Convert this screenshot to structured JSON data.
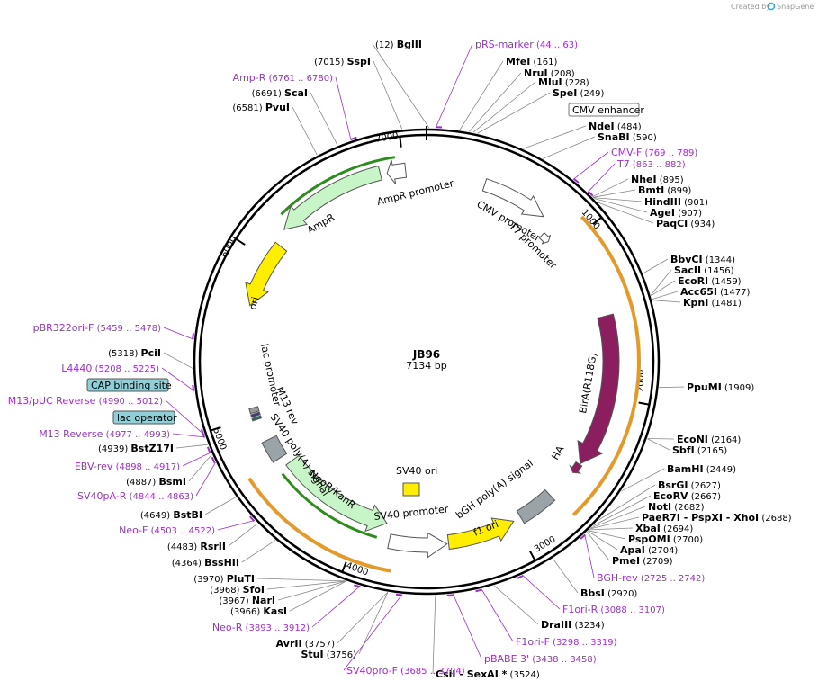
{
  "credit": {
    "created_by": "Created by",
    "brand": "SnapGene"
  },
  "plasmid": {
    "name": "JB96",
    "size_label": "7134 bp",
    "length": 7134
  },
  "ticks": [
    "1000",
    "2000",
    "3000",
    "4000",
    "5000",
    "6000",
    "7000"
  ],
  "colors": {
    "primer": "#9b30c8",
    "amp": "#c8f5c8",
    "ori": "#ffee00",
    "bira": "#8b1e5f",
    "orange_arc": "#e39a2b",
    "green_arc": "#2e8b1e",
    "gray_feature": "#9aa3a8"
  },
  "features": [
    {
      "name": "AmpR promoter",
      "start": 6900,
      "end": 7010
    },
    {
      "name": "AmpR",
      "start": 6200,
      "end": 6860
    },
    {
      "name": "ori",
      "start": 5700,
      "end": 6110
    },
    {
      "name": "CMV promoter",
      "start": 360,
      "end": 770
    },
    {
      "name": "T7 promoter",
      "start": 863,
      "end": 882
    },
    {
      "name": "BirA(R118G)",
      "start": 1500,
      "end": 2450
    },
    {
      "name": "HA",
      "start": 2470,
      "end": 2500
    },
    {
      "name": "bGH poly(A) signal",
      "start": 2720,
      "end": 2950
    },
    {
      "name": "f1 ori",
      "start": 3000,
      "end": 3430
    },
    {
      "name": "SV40 promoter",
      "start": 3440,
      "end": 3800
    },
    {
      "name": "NeoR/KanR",
      "start": 3840,
      "end": 4630
    },
    {
      "name": "SV40 poly(A) signal",
      "start": 4700,
      "end": 4830
    },
    {
      "name": "M13 rev",
      "start": 4977,
      "end": 4993
    },
    {
      "name": "lac operator",
      "start": 5001,
      "end": 5017
    },
    {
      "name": "lac promoter",
      "start": 5025,
      "end": 5055
    },
    {
      "name": "SV40 ori",
      "start": 3520,
      "end": 3650
    }
  ],
  "boxed_labels": [
    "CMV enhancer",
    "CAP binding site",
    "lac operator"
  ],
  "labels": [
    {
      "kind": "enzyme",
      "pos": "(12)",
      "name": "BglII"
    },
    {
      "kind": "primer",
      "name": "pRS-marker",
      "pos": "(44 .. 63)"
    },
    {
      "kind": "enzyme",
      "name": "MfeI",
      "pos": "(161)"
    },
    {
      "kind": "enzyme",
      "name": "NruI",
      "pos": "(208)"
    },
    {
      "kind": "enzyme",
      "name": "MluI",
      "pos": "(228)"
    },
    {
      "kind": "enzyme",
      "name": "SpeI",
      "pos": "(249)"
    },
    {
      "kind": "enzyme",
      "name": "NdeI",
      "pos": "(484)"
    },
    {
      "kind": "enzyme",
      "name": "SnaBI",
      "pos": "(590)"
    },
    {
      "kind": "primer",
      "name": "CMV-F",
      "pos": "(769 .. 789)"
    },
    {
      "kind": "primer",
      "name": "T7",
      "pos": "(863 .. 882)"
    },
    {
      "kind": "enzyme",
      "name": "NheI",
      "pos": "(895)"
    },
    {
      "kind": "enzyme",
      "name": "BmtI",
      "pos": "(899)"
    },
    {
      "kind": "enzyme",
      "name": "HindIII",
      "pos": "(901)"
    },
    {
      "kind": "enzyme",
      "name": "AgeI",
      "pos": "(907)"
    },
    {
      "kind": "enzyme",
      "name": "PaqCI",
      "pos": "(934)"
    },
    {
      "kind": "enzyme",
      "name": "BbvCI",
      "pos": "(1344)"
    },
    {
      "kind": "enzyme",
      "name": "SacII",
      "pos": "(1456)"
    },
    {
      "kind": "enzyme",
      "name": "EcoRI",
      "pos": "(1459)"
    },
    {
      "kind": "enzyme",
      "name": "Acc65I",
      "pos": "(1477)"
    },
    {
      "kind": "enzyme",
      "name": "KpnI",
      "pos": "(1481)"
    },
    {
      "kind": "enzyme",
      "name": "PpuMI",
      "pos": "(1909)"
    },
    {
      "kind": "enzyme",
      "name": "EcoNI",
      "pos": "(2164)"
    },
    {
      "kind": "enzyme",
      "name": "SbfI",
      "pos": "(2165)"
    },
    {
      "kind": "enzyme",
      "name": "BamHI",
      "pos": "(2449)"
    },
    {
      "kind": "enzyme",
      "name": "BsrGI",
      "pos": "(2627)"
    },
    {
      "kind": "enzyme",
      "name": "EcoRV",
      "pos": "(2667)"
    },
    {
      "kind": "enzyme",
      "name": "NotI",
      "pos": "(2682)"
    },
    {
      "kind": "enzyme",
      "name": "PaeR7I",
      "extra": "- PspXI   - XhoI",
      "pos": "(2688)"
    },
    {
      "kind": "enzyme",
      "name": "XbaI",
      "pos": "(2694)"
    },
    {
      "kind": "enzyme",
      "name": "PspOMI",
      "pos": "(2700)"
    },
    {
      "kind": "enzyme",
      "name": "ApaI",
      "pos": "(2704)"
    },
    {
      "kind": "enzyme",
      "name": "PmeI",
      "pos": "(2709)"
    },
    {
      "kind": "primer",
      "name": "BGH-rev",
      "pos": "(2725 .. 2742)"
    },
    {
      "kind": "enzyme",
      "name": "BbsI",
      "pos": "(2920)"
    },
    {
      "kind": "primer",
      "name": "F1ori-R",
      "pos": "(3088 .. 3107)"
    },
    {
      "kind": "enzyme",
      "name": "DraIII",
      "pos": "(3234)"
    },
    {
      "kind": "primer",
      "name": "F1ori-F",
      "pos": "(3298 .. 3319)"
    },
    {
      "kind": "primer",
      "name": "pBABE 3'",
      "pos": "(3438 .. 3458)"
    },
    {
      "kind": "enzyme",
      "name": "CsiI",
      "extra": "- SexAI *",
      "pos": "(3524)"
    },
    {
      "kind": "primer",
      "name": "SV40pro-F",
      "pos": "(3685 .. 3704)"
    },
    {
      "kind": "enzyme",
      "name": "StuI",
      "pos": "(3756)"
    },
    {
      "kind": "enzyme",
      "name": "AvrII",
      "pos": "(3757)"
    },
    {
      "kind": "primer",
      "name": "Neo-R",
      "pos": "(3893 .. 3912)"
    },
    {
      "kind": "enzyme",
      "name": "KasI",
      "pos": "(3966)"
    },
    {
      "kind": "enzyme",
      "name": "NarI",
      "pos": "(3967)"
    },
    {
      "kind": "enzyme",
      "name": "SfoI",
      "pos": "(3968)"
    },
    {
      "kind": "enzyme",
      "name": "PluTI",
      "pos": "(3970)"
    },
    {
      "kind": "enzyme",
      "name": "BssHII",
      "pos": "(4364)"
    },
    {
      "kind": "enzyme",
      "name": "RsrII",
      "pos": "(4483)"
    },
    {
      "kind": "primer",
      "name": "Neo-F",
      "pos": "(4503 .. 4522)"
    },
    {
      "kind": "enzyme",
      "name": "BstBI",
      "pos": "(4649)"
    },
    {
      "kind": "primer",
      "name": "SV40pA-R",
      "pos": "(4844 .. 4863)"
    },
    {
      "kind": "enzyme",
      "name": "BsmI",
      "pos": "(4887)"
    },
    {
      "kind": "primer",
      "name": "EBV-rev",
      "pos": "(4898 .. 4917)"
    },
    {
      "kind": "enzyme",
      "name": "BstZ17I",
      "pos": "(4939)"
    },
    {
      "kind": "primer",
      "name": "M13 Reverse",
      "pos": "(4977 .. 4993)"
    },
    {
      "kind": "primer",
      "name": "M13/pUC Reverse",
      "pos": "(4990 .. 5012)"
    },
    {
      "kind": "primer",
      "name": "L4440",
      "pos": "(5208 .. 5225)"
    },
    {
      "kind": "enzyme",
      "name": "PciI",
      "pos": "(5318)"
    },
    {
      "kind": "primer",
      "name": "pBR322ori-F",
      "pos": "(5459 .. 5478)"
    },
    {
      "kind": "enzyme",
      "name": "PvuI",
      "pos": "(6581)"
    },
    {
      "kind": "enzyme",
      "name": "ScaI",
      "pos": "(6691)"
    },
    {
      "kind": "primer",
      "name": "Amp-R",
      "pos": "(6761 .. 6780)"
    },
    {
      "kind": "enzyme",
      "name": "SspI",
      "pos": "(7015)"
    }
  ]
}
